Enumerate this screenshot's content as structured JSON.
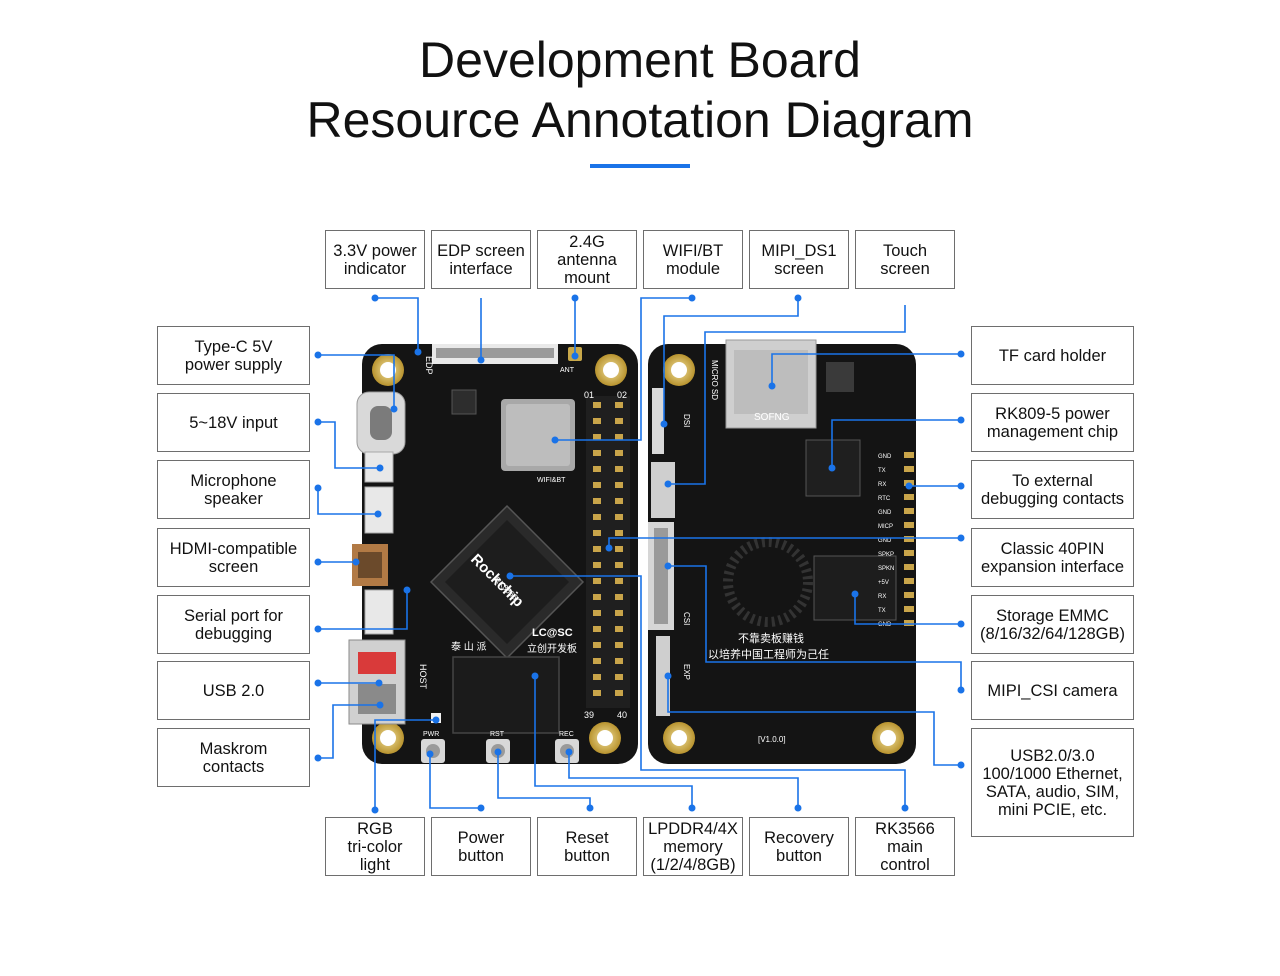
{
  "title": {
    "line1": "Development Board",
    "line2": "Resource Annotation Diagram"
  },
  "colors": {
    "accent": "#1a73e8",
    "box_border": "#6e6e6e",
    "pcb": "#141414",
    "pad_gold": "#c8a84a"
  },
  "labels": {
    "top": [
      "3.3V power\nindicator",
      "EDP screen\ninterface",
      "2.4G\nantenna\nmount",
      "WIFI/BT\nmodule",
      "MIPI_DS1\nscreen",
      "Touch\nscreen"
    ],
    "left": [
      "Type-C 5V\npower supply",
      "5~18V input",
      "Microphone\nspeaker",
      "HDMI-compatible\nscreen",
      "Serial port for\ndebugging",
      "USB 2.0",
      "Maskrom\ncontacts"
    ],
    "right": [
      "TF card holder",
      "RK809-5 power\nmanagement chip",
      "To external\ndebugging contacts",
      "Classic 40PIN\nexpansion interface",
      "Storage EMMC\n(8/16/32/64/128GB)",
      "MIPI_CSI camera",
      "USB2.0/3.0\n100/1000 Ethernet,\nSATA, audio, SIM,\nmini PCIE, etc."
    ],
    "bottom": [
      "RGB\ntri-color\nlight",
      "Power\nbutton",
      "Reset\nbutton",
      "LPDDR4/4X\nmemory\n(1/2/4/8GB)",
      "Recovery\nbutton",
      "RK3566\nmain\ncontrol"
    ]
  },
  "board_text": {
    "front": {
      "edp": "EDP",
      "ant": "ANT",
      "wifi_bt": "WIFI&BT",
      "pin01": "01",
      "pin02": "02",
      "pin39": "39",
      "pin40": "40",
      "pwr": "PWR",
      "rst": "RST",
      "rec": "REC",
      "host": "HOST",
      "brand_cn": "泰 山 派",
      "lcsc": "LC@SC",
      "lcsc_cn": "立创开发板",
      "soc": "Rockchip",
      "soc_model": "RK3566"
    },
    "back": {
      "micro_sd": "MICRO SD",
      "sofng": "SOFNG",
      "dsi": "DSI",
      "csi": "CSI",
      "exp": "EXP",
      "version": "[V1.0.0]",
      "slogan1": "不靠卖板赚钱",
      "slogan2": "以培养中国工程师为己任",
      "pins": [
        "GND",
        "TX",
        "RX",
        "RTC",
        "GND",
        "MICP",
        "GND",
        "SPKP",
        "SPKN",
        "+5V",
        "RX",
        "TX",
        "GND"
      ]
    }
  }
}
